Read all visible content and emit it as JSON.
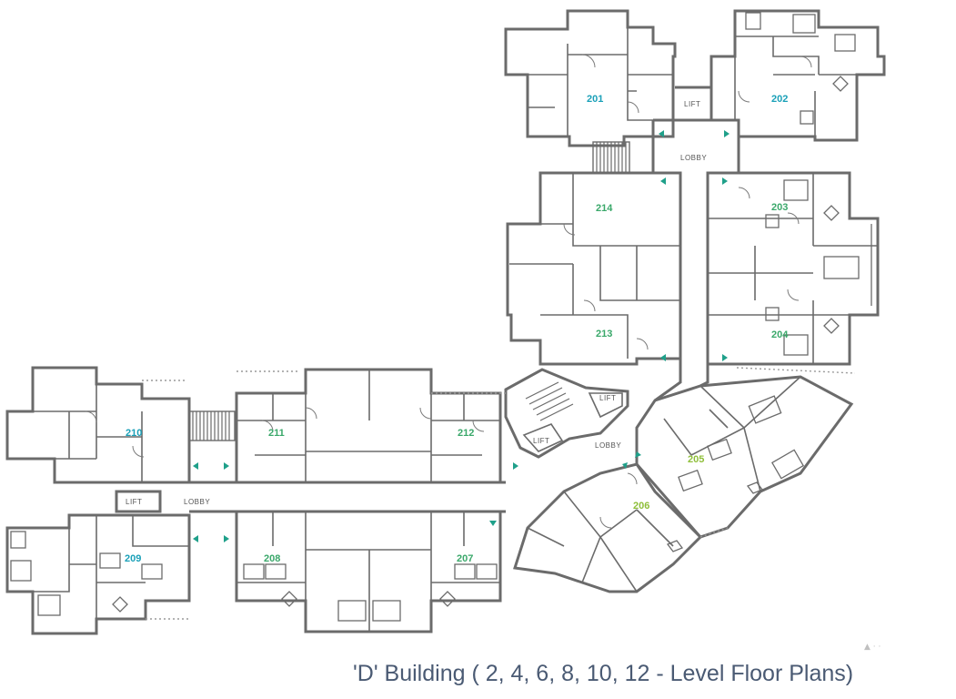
{
  "caption": "'D' Building ( 2, 4, 6, 8, 10, 12 - Level Floor Plans)",
  "corner_marks": "▲ · ·",
  "units": [
    {
      "id": "201",
      "color": "blue"
    },
    {
      "id": "202",
      "color": "blue"
    },
    {
      "id": "203",
      "color": "green"
    },
    {
      "id": "204",
      "color": "green"
    },
    {
      "id": "205",
      "color": "lime"
    },
    {
      "id": "206",
      "color": "lime"
    },
    {
      "id": "207",
      "color": "green"
    },
    {
      "id": "208",
      "color": "green"
    },
    {
      "id": "209",
      "color": "blue"
    },
    {
      "id": "210",
      "color": "blue"
    },
    {
      "id": "211",
      "color": "green"
    },
    {
      "id": "212",
      "color": "green"
    },
    {
      "id": "213",
      "color": "green"
    },
    {
      "id": "214",
      "color": "green"
    }
  ],
  "labels": {
    "lift": "LIFT",
    "lobby": "LOBBY"
  },
  "colors": {
    "wall": "#6b6b6b",
    "unit_blue": "#1aa0b8",
    "unit_green": "#3aa86a",
    "unit_lime": "#8fbf3a",
    "arrow": "#1fa08a",
    "caption": "#4a5a73"
  }
}
